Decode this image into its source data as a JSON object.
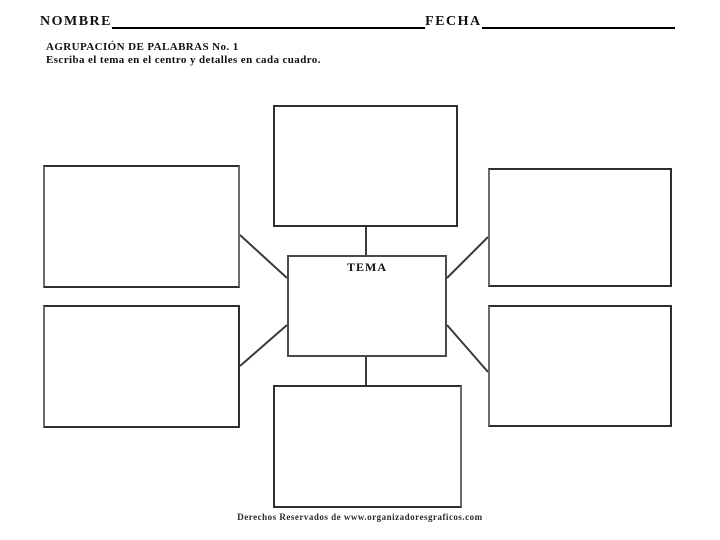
{
  "page": {
    "header": {
      "name_label": "NOMBRE",
      "date_label": "FECHA"
    },
    "title": "AGRUPACIÓN DE PALABRAS No. 1",
    "instruction": "Escriba el tema en el centro y detalles en cada cuadro.",
    "diagram": {
      "center_box_label": "TEMA"
    },
    "footer": "Derechos Reservados de www.organizadoresgraficos.com"
  },
  "colors": {
    "box_border": "#2e2e2e",
    "connector_line": "#3a3a3a",
    "text": "#111111"
  }
}
